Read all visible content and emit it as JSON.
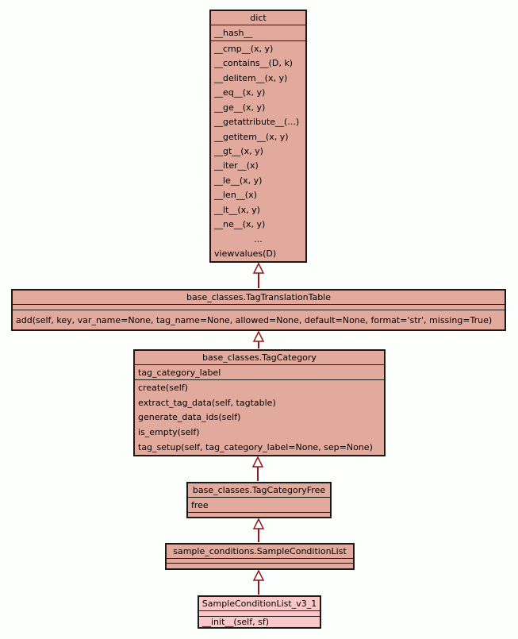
{
  "colors": {
    "class_fill": "#e2aa9d",
    "highlight_fill": "#fbc8c8",
    "border": "#1a1a1a",
    "arrow": "#8b1a1a",
    "background": "#fdfffd"
  },
  "classes": [
    {
      "name": "dict",
      "attributes": [
        "__hash__"
      ],
      "methods": [
        "__cmp__(x, y)",
        "__contains__(D, k)",
        "__delitem__(x, y)",
        "__eq__(x, y)",
        "__ge__(x, y)",
        "__getattribute__(...)",
        "__getitem__(x, y)",
        "__gt__(x, y)",
        "__iter__(x)",
        "__le__(x, y)",
        "__len__(x)",
        "__lt__(x, y)",
        "__ne__(x, y)",
        "...",
        "viewvalues(D)"
      ]
    },
    {
      "name": "base_classes.TagTranslationTable",
      "attributes": [],
      "methods": [
        "add(self, key, var_name=None, tag_name=None, allowed=None, default=None, format='str', missing=True)"
      ]
    },
    {
      "name": "base_classes.TagCategory",
      "attributes": [
        "tag_category_label"
      ],
      "methods": [
        "create(self)",
        "extract_tag_data(self, tagtable)",
        "generate_data_ids(self)",
        "is_empty(self)",
        "tag_setup(self, tag_category_label=None, sep=None)"
      ]
    },
    {
      "name": "base_classes.TagCategoryFree",
      "attributes": [
        "free"
      ],
      "methods": []
    },
    {
      "name": "sample_conditions.SampleConditionList",
      "attributes": [],
      "methods": []
    },
    {
      "name": "SampleConditionList_v3_1",
      "attributes": [],
      "methods": [
        "__init__(self, sf)"
      ]
    }
  ],
  "relations": [
    {
      "from": "base_classes.TagTranslationTable",
      "to": "dict",
      "type": "inheritance"
    },
    {
      "from": "base_classes.TagCategory",
      "to": "base_classes.TagTranslationTable",
      "type": "inheritance"
    },
    {
      "from": "base_classes.TagCategoryFree",
      "to": "base_classes.TagCategory",
      "type": "inheritance"
    },
    {
      "from": "sample_conditions.SampleConditionList",
      "to": "base_classes.TagCategoryFree",
      "type": "inheritance"
    },
    {
      "from": "SampleConditionList_v3_1",
      "to": "sample_conditions.SampleConditionList",
      "type": "inheritance"
    }
  ]
}
